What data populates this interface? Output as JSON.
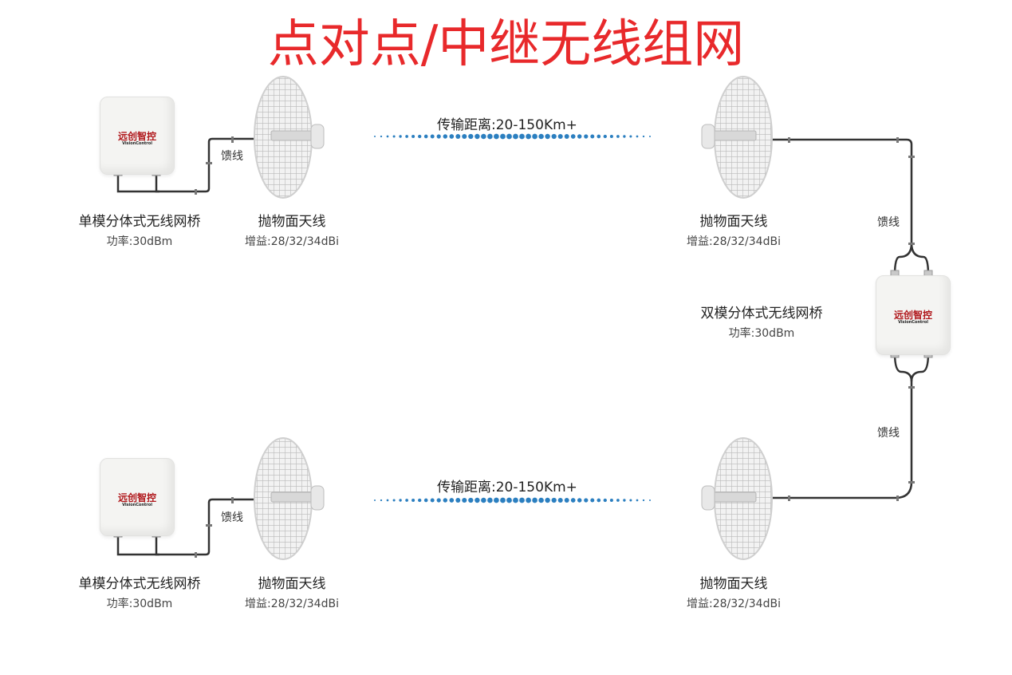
{
  "title": "点对点/中继无线组网",
  "colors": {
    "title": "#e8292b",
    "dots": "#2b7fc0",
    "cable": "#333333"
  },
  "links": [
    {
      "distance_label": "传输距离:20-150Km+"
    },
    {
      "distance_label": "传输距离:20-150Km+"
    }
  ],
  "feed_label": "馈线",
  "single_bridge": {
    "name": "单模分体式无线网桥",
    "spec": "功率:30dBm"
  },
  "dual_bridge": {
    "name": "双模分体式无线网桥",
    "spec": "功率:30dBm"
  },
  "antenna": {
    "name": "抛物面天线",
    "spec": "增益:28/32/34dBi"
  },
  "logo": {
    "zh": "远创智控",
    "en": "VisionControl"
  }
}
